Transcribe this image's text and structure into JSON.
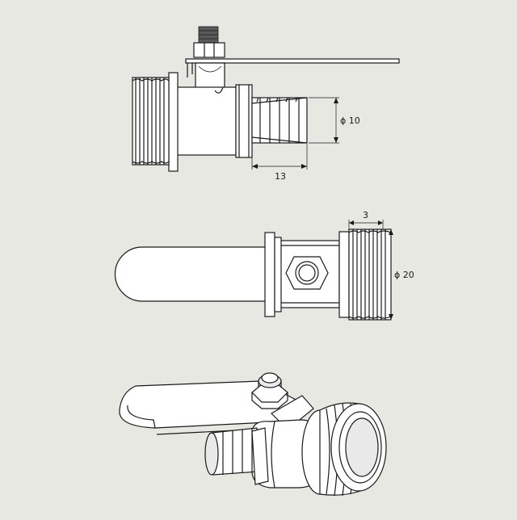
{
  "drawing": {
    "background": "#e8e8e3",
    "line_color": "#1a1a1a",
    "dimensions": {
      "side_outlet_diameter": "ϕ 10",
      "side_outlet_length": "13",
      "top_thread_length": "3",
      "top_thread_diameter": "ϕ 20"
    }
  }
}
